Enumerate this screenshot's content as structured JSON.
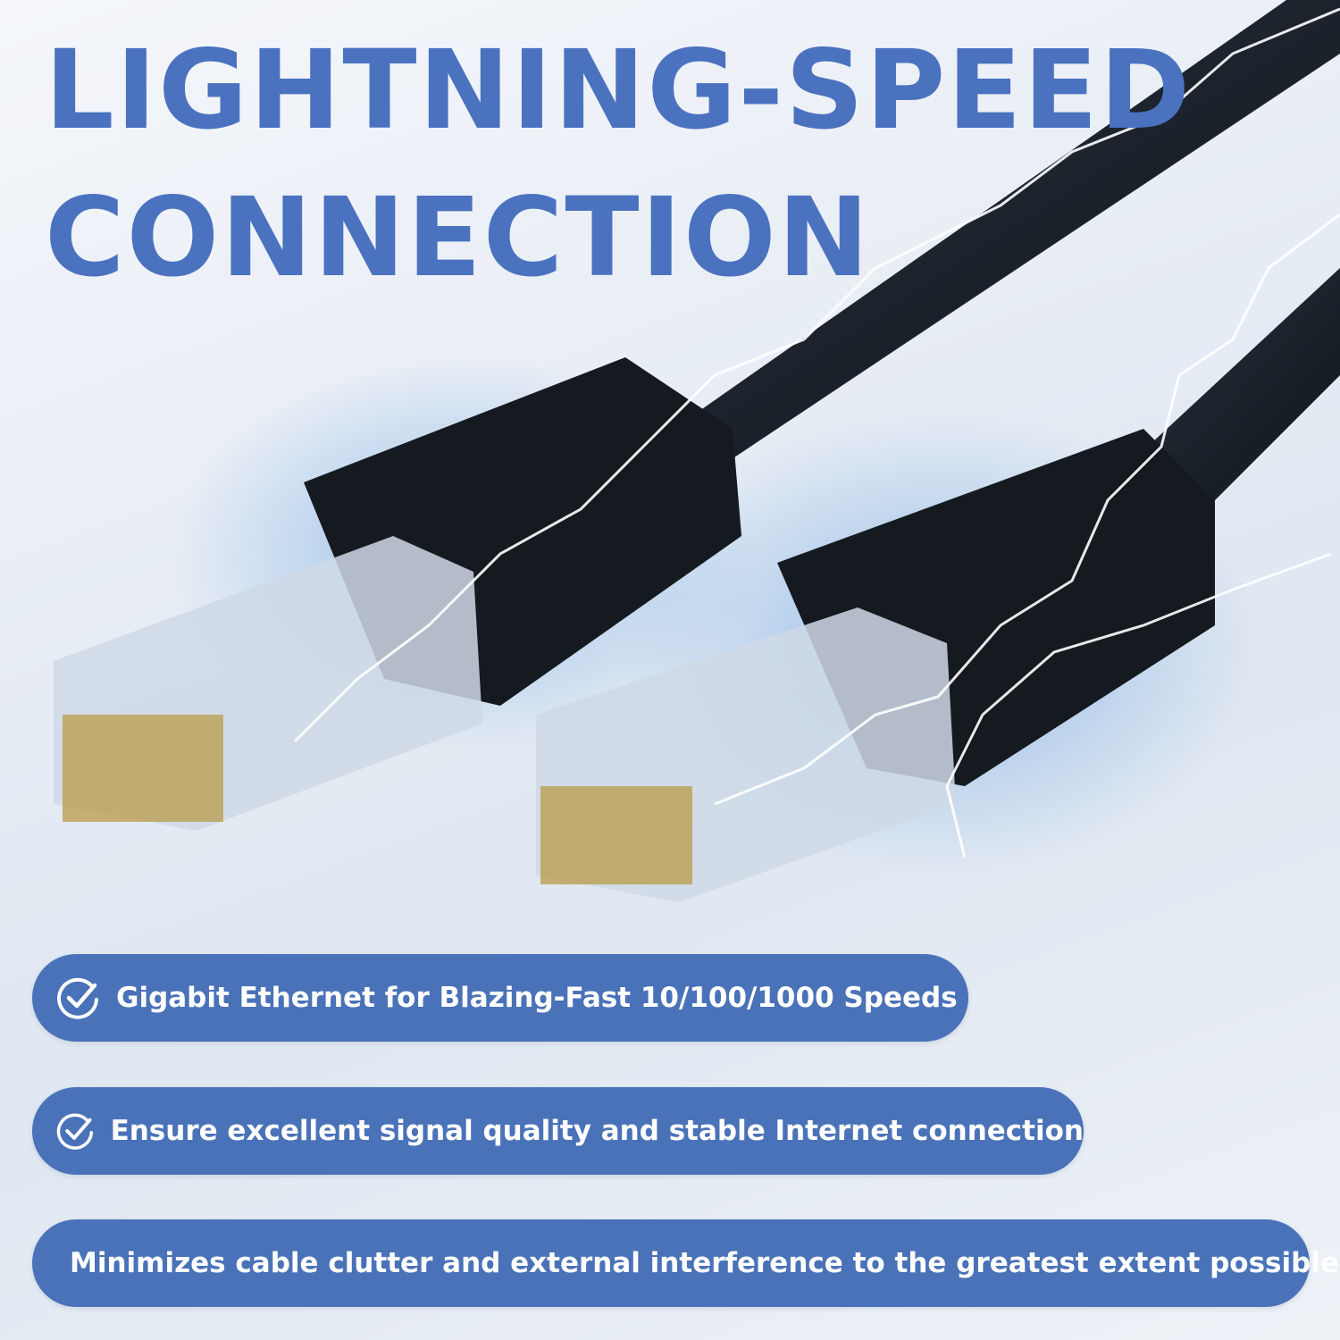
{
  "headline": {
    "line1": "LIGHTNING-SPEED",
    "line2": "CONNECTION"
  },
  "features": [
    {
      "icon": "check-circle-icon",
      "text": "Gigabit Ethernet for Blazing-Fast 10/100/1000 Speeds"
    },
    {
      "icon": "check-circle-icon",
      "text": "Ensure excellent signal quality and stable Internet connection"
    },
    {
      "icon": "check-circle-icon",
      "text": "Minimizes cable clutter and external interference to the greatest extent possible"
    }
  ],
  "colors": {
    "accent": "#4a72b8",
    "title": "#4a72bf",
    "cable": "#141a22"
  }
}
